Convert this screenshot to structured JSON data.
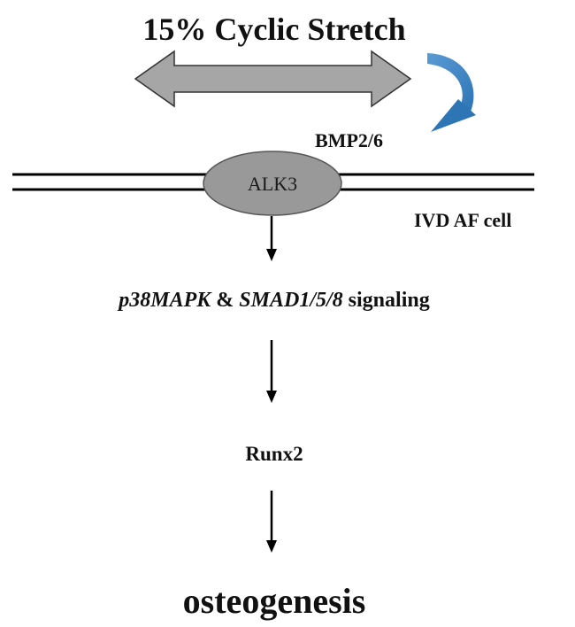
{
  "title": "15% Cyclic Stretch",
  "ligand": "BMP2/6",
  "receptor": "ALK3",
  "cell": "IVD AF cell",
  "signaling": {
    "p38": "p38MAPK",
    "amp": " & ",
    "smad": "SMAD1/5/8",
    "suffix": " signaling"
  },
  "transcription_factor": "Runx2",
  "outcome": "osteogenesis",
  "colors": {
    "stretch_arrow_fill": "#a6a6a6",
    "curved_arrow": "#2e75b6",
    "receptor_fill": "#999999"
  }
}
